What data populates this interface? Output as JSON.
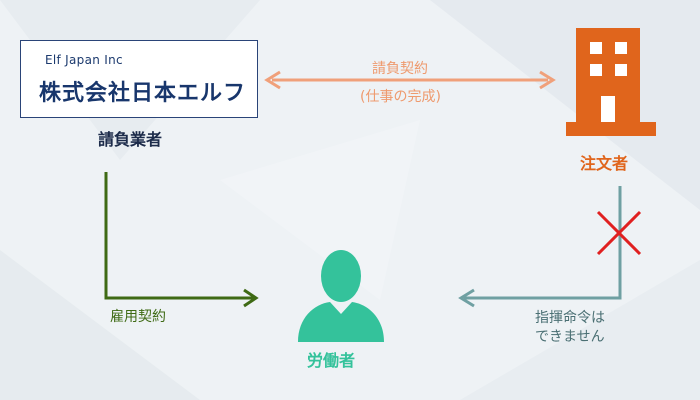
{
  "contractor": {
    "logo_sub": "Elf Japan Inc",
    "logo_main": "株式会社日本エルフ",
    "label": "請負業者"
  },
  "client": {
    "label": "注文者"
  },
  "worker": {
    "label": "労働者"
  },
  "contract": {
    "line1": "請負契約",
    "line2": "(仕事の完成)"
  },
  "employment": {
    "label": "雇用契約"
  },
  "command": {
    "line1": "指揮命令は",
    "line2": "できません"
  },
  "colors": {
    "contract_arrow": "#f0a07a",
    "employment_arrow": "#3e6a14",
    "command_arrow": "#6fa0a2",
    "client": "#e0651c",
    "worker": "#34c29b",
    "cross": "#e02020"
  },
  "icons": {
    "client": "building-icon",
    "worker": "person-icon",
    "prohibited": "cross-icon"
  }
}
